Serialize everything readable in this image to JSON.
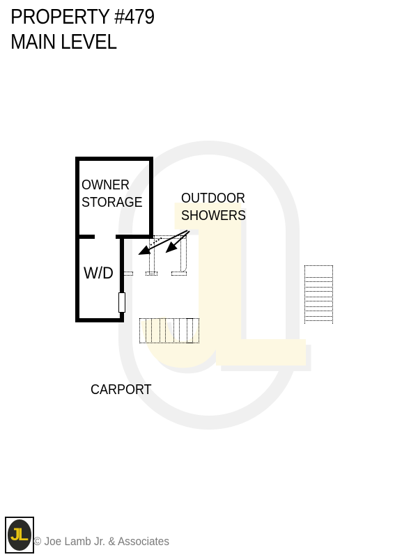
{
  "title": {
    "line1": "PROPERTY #479",
    "line2": "MAIN LEVEL"
  },
  "plan": {
    "owner_storage": {
      "line1": "OWNER",
      "line2": "STORAGE"
    },
    "wd_label": "W/D",
    "outdoor_showers": {
      "line1": "OUTDOOR",
      "line2": "SHOWERS"
    },
    "carport_label": "CARPORT"
  },
  "watermark": {
    "text": "JL"
  },
  "footer": {
    "logo_text": "JL",
    "copyright": "© Joe Lamb Jr. & Associates"
  },
  "colors": {
    "wall_black": "#000000",
    "logo_yellow": "#e7c413",
    "logo_dark": "#2b2b27",
    "copyright_gray": "#7a7a7a",
    "watermark_ring": "#f0f0f0",
    "watermark_letter": "#fdf8e2"
  }
}
